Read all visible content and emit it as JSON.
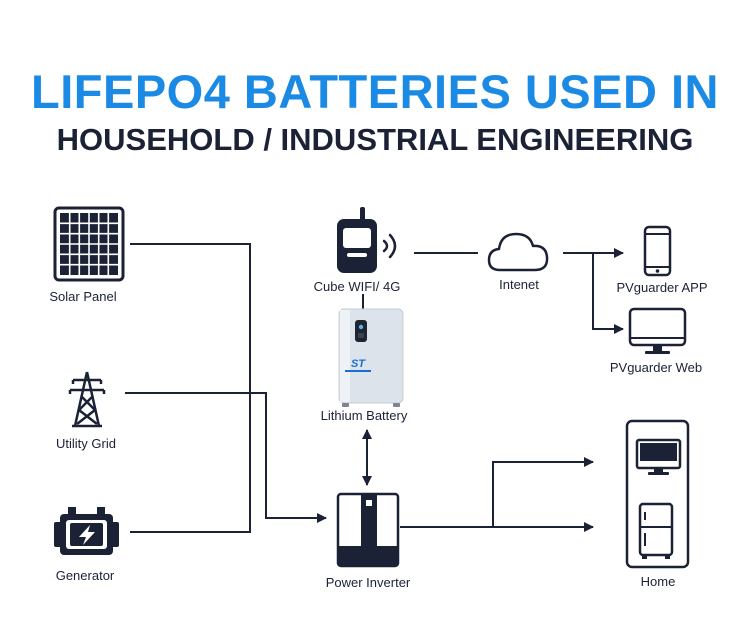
{
  "title": {
    "main": "LIFEPO4 BATTERIES USED IN",
    "sub": "HOUSEHOLD / INDUSTRIAL ENGINEERING"
  },
  "nodes": {
    "solar_panel": "Solar Panel",
    "utility_grid": "Utility Grid",
    "generator": "Generator",
    "cube_wifi": "Cube WIFI/ 4G",
    "internet": "Intenet",
    "pvguarder_app": "PVguarder APP",
    "pvguarder_web": "PVguarder Web",
    "lithium_battery": "Lithium Battery",
    "power_inverter": "Power Inverter",
    "home": "Home"
  },
  "battery_logo": "ST",
  "colors": {
    "title_blue": "#1a8ae5",
    "dark": "#1b2236",
    "battery_body": "#dde3ea",
    "logo_blue": "#1a6fd6"
  }
}
